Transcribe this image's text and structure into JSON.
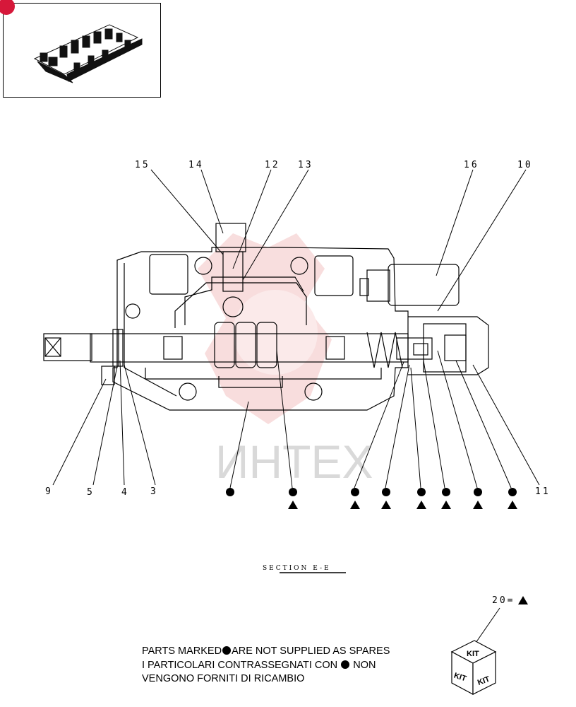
{
  "thumbnail": {
    "icon": "valve-assembly-3d-icon",
    "badge_color": "#d6183a"
  },
  "callouts_top": [
    "15",
    "14",
    "12",
    "13",
    "16",
    "10"
  ],
  "callouts_bottom": [
    "9",
    "5",
    "4",
    "3",
    "11"
  ],
  "section_title": "SECTION  E-E",
  "watermark_text": "ИНТЕХ",
  "kit_note": {
    "text": "20="
  },
  "kit_label": "KIT",
  "notes": {
    "line1_a": "PARTS MARKED",
    "line1_b": "ARE NOT SUPPLIED AS SPARES",
    "line2_a": "I  PARTICOLARI  CONTRASSEGNATI  CON",
    "line2_b": "NON",
    "line3": "VENGONO FORNITI DI RICAMBIO"
  },
  "colors": {
    "line": "#000000",
    "watermark_red": "#f3c3c3",
    "watermark_grey": "#d9d9d9"
  }
}
